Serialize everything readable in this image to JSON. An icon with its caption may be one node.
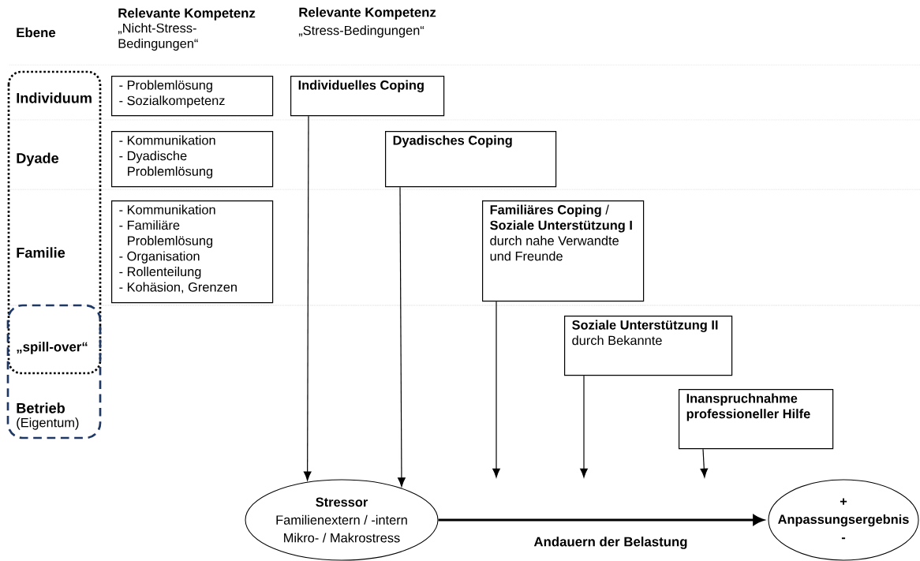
{
  "diagram": {
    "nodes": [
      {
        "text": [
          "- Problemlösung",
          "- Sozialkompetenz"
        ]
      },
      {
        "text": [
          "Individuelles Coping"
        ]
      },
      {
        "text": [
          "- Kommunikation",
          "- Dyadische Problemlösung"
        ]
      },
      {
        "text": [
          "Dyadisches Coping"
        ]
      },
      {
        "text": [
          "- Kommunikation",
          "- Familiäre Problemlösung",
          "- Organisation",
          "- Rollenteilung",
          "- Kohäsion, Grenzen"
        ]
      },
      {
        "text": [
          "**Familiäres Coping** /",
          "Soziale Unterstützung I",
          "durch nahe Verwandte und Freunde"
        ]
      },
      {
        "text": [
          "Soziale Unterstützung II",
          "durch Bekannte"
        ]
      },
      {
        "text": [
          "Inanspruchnahme professioneller Hilfe"
        ]
      },
      {
        "text": [
          "Stressor",
          "Familienextern / -intern",
          "Mikro- / Makrostress"
        ]
      },
      {
        "text": [
          "+",
          "Anpassungsergebnis",
          "-"
        ]
      }
    ],
    "edges": [
      {
        "from": 1,
        "to": 8,
        "arrow": "to"
      },
      {
        "from": 3,
        "to": 8,
        "arrow": "to"
      },
      {
        "from": 5,
        "to": null,
        "arrow": "to"
      },
      {
        "from": 6,
        "to": null,
        "arrow": "to"
      },
      {
        "from": 7,
        "to": null,
        "arrow": "to"
      },
      {
        "from": 8,
        "to": 9,
        "arrow": "to",
        "label": "Andauern der Belastung",
        "style": "thick"
      }
    ],
    "labels": [
      "Ebene",
      "Relevante Kompetenz",
      "„Nicht-Stress-Bedingungen“",
      "Relevante Kompetenz",
      "„Stress-Bedingungen“",
      "Individuum",
      "Dyade",
      "Familie",
      "„spill-over“",
      "Betrieb",
      "(Eigentum)"
    ]
  }
}
